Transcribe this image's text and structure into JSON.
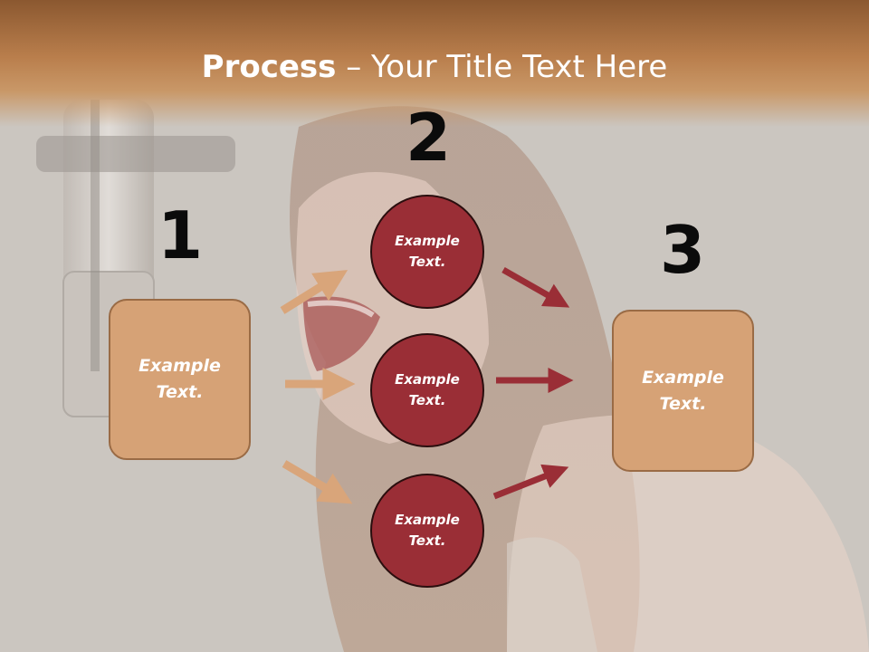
{
  "slide": {
    "title_bold": "Process",
    "title_separator": " – ",
    "title_rest": "Your Title Text Here"
  },
  "steps": [
    {
      "number": "1"
    },
    {
      "number": "2"
    },
    {
      "number": "3"
    }
  ],
  "boxes": [
    {
      "text": "Example Text."
    },
    {
      "text": "Example Text."
    }
  ],
  "circles": [
    {
      "text": "Example Text."
    },
    {
      "text": "Example Text."
    },
    {
      "text": "Example Text."
    }
  ],
  "colors": {
    "header": "#b97e4c",
    "box_fill": "#d6a276",
    "box_border": "#9a6b45",
    "circle_fill": "#9a2e36",
    "arrow_light": "#d9a57a",
    "arrow_dark": "#9a2e36",
    "number": "#0b0b0b",
    "background": "#cbc6c0"
  },
  "background_image": "photo-of-singer-with-microphone"
}
